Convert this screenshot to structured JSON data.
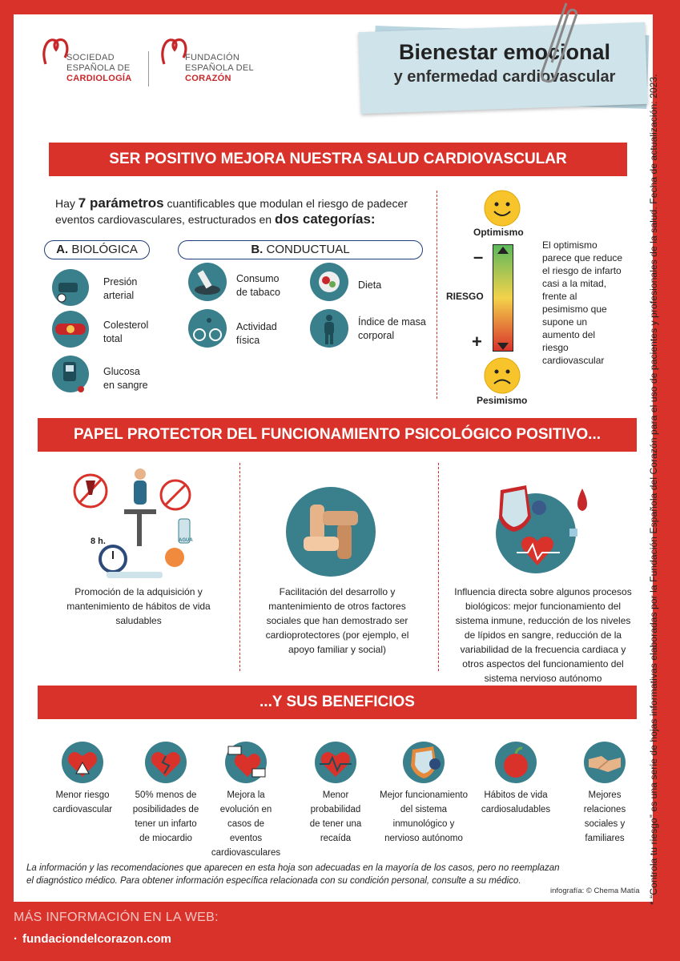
{
  "logos": {
    "sec_line1": "SOCIEDAD",
    "sec_line2": "ESPAÑOLA DE",
    "sec_line3": "CARDIOLOGÍA",
    "fec_line1": "FUNDACIÓN",
    "fec_line2": "ESPAÑOLA DEL",
    "fec_line3": "CORAZÓN"
  },
  "title": {
    "line1": "Bienestar emocional",
    "line2": "y enfermedad cardiovascular"
  },
  "side_note": "* “Controla tu riesgo” es una serie de hojas informativas elaboradas por la Fundación Española del Corazón para el uso de pacientes y profesionales de la salud.   Fecha de actualización: 2023.",
  "section1": {
    "banner": "SER POSITIVO MEJORA NUESTRA SALUD CARDIOVASCULAR",
    "intro_a": "Hay ",
    "intro_b": "7 parámetros",
    "intro_c": " cuantificables que modulan el riesgo de padecer",
    "intro_d": "eventos cardiovasculares, estructurados en ",
    "intro_e": "dos categorías:",
    "cat_a_letter": "A.",
    "cat_a": "BIOLÓGICA",
    "cat_b_letter": "B.",
    "cat_b": "CONDUCTUAL",
    "bio": [
      {
        "l1": "Presión",
        "l2": "arterial"
      },
      {
        "l1": "Colesterol",
        "l2": "total"
      },
      {
        "l1": "Glucosa",
        "l2": "en sangre"
      }
    ],
    "cond_left": [
      {
        "l1": "Consumo",
        "l2": "de tabaco"
      },
      {
        "l1": "Actividad",
        "l2": "física"
      }
    ],
    "cond_right": [
      {
        "l1": "Dieta",
        "l2": ""
      },
      {
        "l1": "Índice de masa",
        "l2": "corporal"
      }
    ],
    "optimism": "Optimismo",
    "pessimism": "Pesimismo",
    "risk": "RIESGO",
    "minus": "–",
    "plus": "+",
    "optimism_text": [
      "El optimismo",
      "parece que reduce",
      "el riesgo de infarto",
      "casi a la mitad,",
      "frente al",
      "pesimismo que",
      "supone un",
      "aumento del",
      "riesgo",
      "cardiovascular"
    ]
  },
  "section2": {
    "banner": "PAPEL PROTECTOR DEL FUNCIONAMIENTO PSICOLÓGICO POSITIVO...",
    "hours": "8 h.",
    "water": "AGUA",
    "col1": [
      "Promoción de la adquisición y",
      "mantenimiento de hábitos de vida",
      "saludables"
    ],
    "col2": [
      "Facilitación del desarrollo y",
      "mantenimiento de otros factores",
      "sociales que han demostrado ser",
      "cardioprotectores (por ejemplo, el",
      "apoyo familiar y social)"
    ],
    "col3": [
      "Influencia directa sobre algunos procesos",
      "biológicos: mejor funcionamiento del",
      "sistema inmune, reducción de los niveles",
      "de lípidos en sangre, reducción de la",
      "variabilidad de la frecuencia cardiaca y",
      "otros aspectos del funcionamiento del",
      "sistema nervioso autónomo"
    ]
  },
  "section3": {
    "banner": "...Y SUS BENEFICIOS",
    "benefits": [
      {
        "icon": "heart-warning-icon",
        "lines": [
          "Menor riesgo",
          "cardiovascular"
        ]
      },
      {
        "icon": "broken-heart-icon",
        "lines": [
          "50% menos de",
          "posibilidades de",
          "tener un infarto",
          "de miocardio"
        ]
      },
      {
        "icon": "heart-chat-icon",
        "lines": [
          "Mejora la",
          "evolución en",
          "casos de",
          "eventos",
          "cardiovasculares"
        ]
      },
      {
        "icon": "heart-pulse-icon",
        "lines": [
          "Menor",
          "probabilidad",
          "de tener una",
          "recaída"
        ]
      },
      {
        "icon": "shield-virus-icon",
        "lines": [
          "Mejor funcionamiento",
          "del sistema",
          "inmunológico y",
          "nervioso autónomo"
        ]
      },
      {
        "icon": "apple-icon",
        "lines": [
          "Hábitos de vida",
          "cardiosaludables"
        ]
      },
      {
        "icon": "handshake-icon",
        "lines": [
          "Mejores",
          "relaciones",
          "sociales y",
          "familiares"
        ]
      }
    ]
  },
  "disclaimer": [
    "La información y las recomendaciones que aparecen en esta hoja son adecuadas en la mayoría de los casos, pero no reemplazan",
    "el diagnóstico médico. Para obtener información específica relacionada con su condición personal, consulte a su médico."
  ],
  "credit": "infografía: © Chema Matía",
  "footer": {
    "heading": "MÁS INFORMACIÓN EN LA WEB:",
    "bullet": "·",
    "url": "fundaciondelcorazon.com"
  },
  "colors": {
    "brand_red": "#d8322b",
    "teal": "#3a7f8c",
    "title_bg": "#b9d5df"
  }
}
